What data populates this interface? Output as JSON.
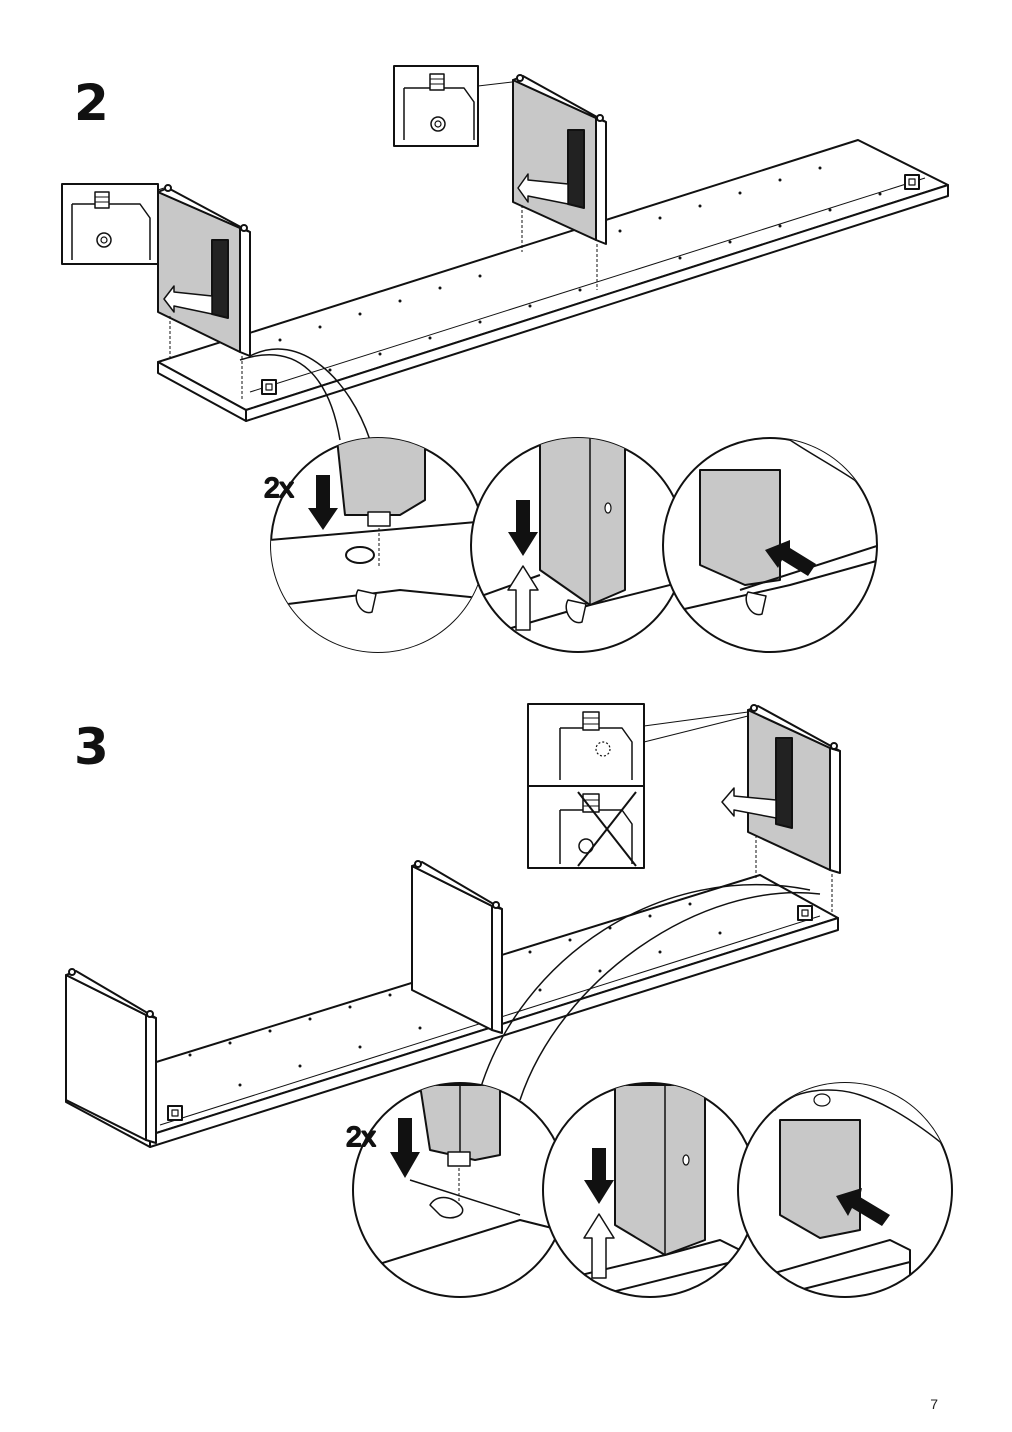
{
  "page": {
    "number": "7"
  },
  "steps": [
    {
      "number": "2",
      "quantity": "2x"
    },
    {
      "number": "3",
      "quantity": "2x"
    }
  ],
  "colors": {
    "ink": "#111111",
    "panel_fill": "#c8c8c8",
    "paper": "#ffffff"
  },
  "icons": [
    "dowel-icon",
    "arrow-down-icon",
    "arrow-up-icon",
    "arrow-right-icon",
    "hand-icon",
    "cross-out-icon"
  ]
}
